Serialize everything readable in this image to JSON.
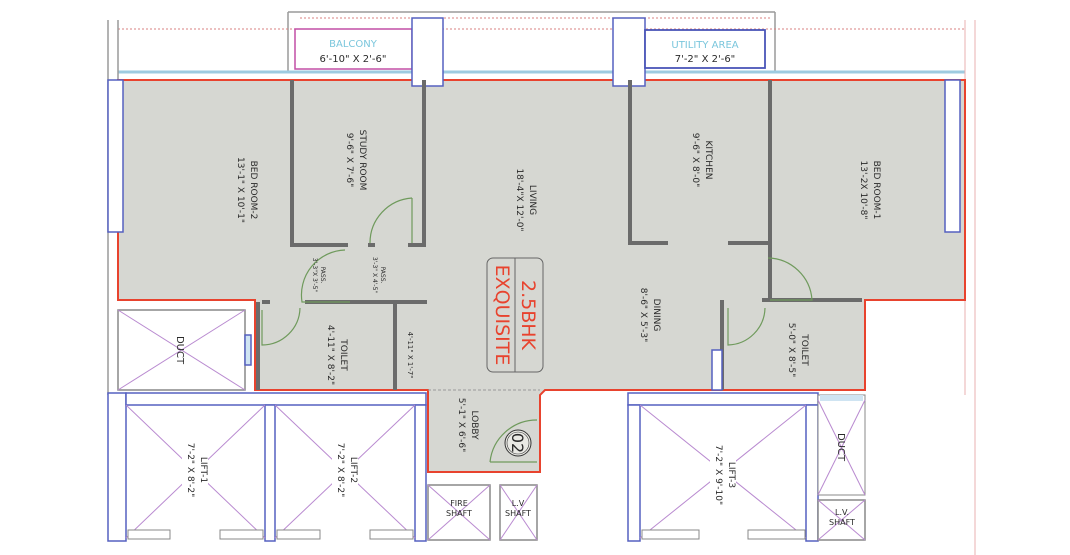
{
  "plan": {
    "badge": {
      "line1": "2.5BHK",
      "line2": "EXQUISITE"
    },
    "unit_number": "02",
    "colors": {
      "floor": "#d6d7d2",
      "outline": "#e8432e",
      "column": "#5560c0",
      "wall": "#6b6b6b",
      "badge": "#e8432e",
      "balcony_border": "#c24fa6",
      "area_label": "#7ac6dc"
    },
    "rooms": {
      "balcony": {
        "name": "BALCONY",
        "size": "6'-10\" X 2'-6\""
      },
      "utility": {
        "name": "UTILITY AREA",
        "size": "7'-2\" X 2'-6\""
      },
      "bedroom2": {
        "name": "BED ROOM-2",
        "size": "13'-1\" X 10'-1\""
      },
      "study": {
        "name": "STUDY ROOM",
        "size": "9'-6\" X 7'-6\""
      },
      "living": {
        "name": "LIVING",
        "size": "18'-4\"X 12'-0\""
      },
      "kitchen": {
        "name": "KITCHEN",
        "size": "9'-6\" X 8'-0\""
      },
      "bedroom1": {
        "name": "BED ROOM-1",
        "size": "13'-2X 10'-8\""
      },
      "pass1": {
        "name": "PASS.",
        "size": "3'-3\"X 3'-5\""
      },
      "pass2": {
        "name": "PASS.",
        "size": "3'-3\" X 4'-5\""
      },
      "toilet_left": {
        "name": "TOILET",
        "size": "4'-11\" X 8'-2\""
      },
      "closet": {
        "size": "4'-11\" X 1'-7\""
      },
      "dining": {
        "name": "DINING",
        "size": "8'-6\" X 5'-3\""
      },
      "toilet_right": {
        "name": "TOILET",
        "size": "5'-0\" X 8'-5\""
      },
      "lobby": {
        "name": "LOBBY",
        "size": "5'-1\" X 6'-6\""
      },
      "duct_left": {
        "name": "DUCT"
      },
      "duct_right": {
        "name": "DUCT"
      },
      "lift1": {
        "name": "LIFT-1",
        "size": "7'-2\" X 8'-2\""
      },
      "lift2": {
        "name": "LIFT-2",
        "size": "7'-2\" X 8'-2\""
      },
      "lift3": {
        "name": "LIFT-3",
        "size": "7'-2\" X 9'-10\""
      },
      "fire_shaft": {
        "line1": "FIRE",
        "line2": "SHAFT"
      },
      "lv_shaft_left": {
        "line1": "L.V",
        "line2": "SHAFT"
      },
      "lv_shaft_right": {
        "line1": "L.V.",
        "line2": "SHAFT"
      }
    }
  }
}
